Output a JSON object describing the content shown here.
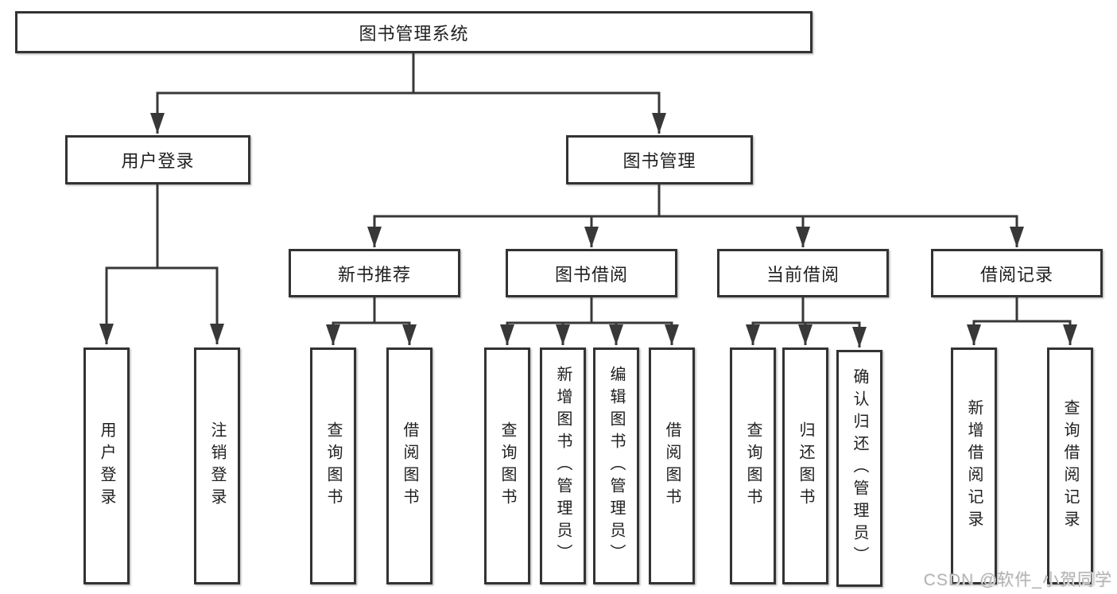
{
  "tree": {
    "label": "图书管理系统",
    "children": [
      {
        "label": "用户登录",
        "children": [
          {
            "label": "用户登录"
          },
          {
            "label": "注销登录"
          }
        ]
      },
      {
        "label": "图书管理",
        "children": [
          {
            "label": "新书推荐",
            "children": [
              {
                "label": "查询图书"
              },
              {
                "label": "借阅图书"
              }
            ]
          },
          {
            "label": "图书借阅",
            "children": [
              {
                "label": "查询图书"
              },
              {
                "label": "新增图书（管理员）"
              },
              {
                "label": "编辑图书（管理员）"
              },
              {
                "label": "借阅图书"
              }
            ]
          },
          {
            "label": "当前借阅",
            "children": [
              {
                "label": "查询图书"
              },
              {
                "label": "归还图书"
              },
              {
                "label": "确认归还（管理员）"
              }
            ]
          },
          {
            "label": "借阅记录",
            "children": [
              {
                "label": "新增借阅记录"
              },
              {
                "label": "查询借阅记录"
              }
            ]
          }
        ]
      }
    ]
  },
  "watermark": {
    "text": "CSDN @软件_小贺同学"
  },
  "colors": {
    "line": "#383838",
    "box_border": "#333333",
    "text": "#1f1f1f",
    "background": "#ffffff",
    "watermark": "#b3b3b3"
  }
}
